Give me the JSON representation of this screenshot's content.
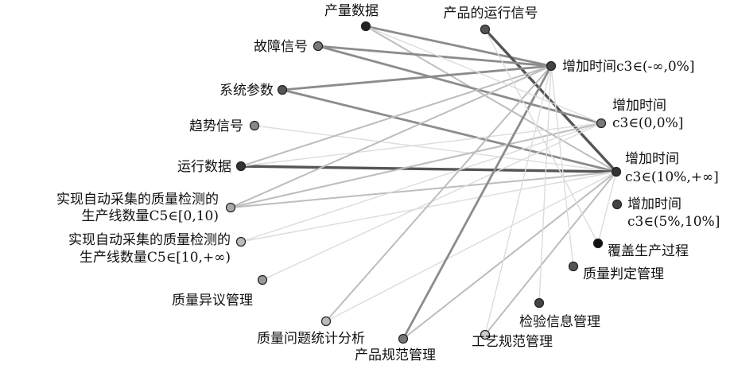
{
  "diagram": {
    "nodes": [
      {
        "id": "n1",
        "lines": [
          "产量数据"
        ],
        "shade": "#222222"
      },
      {
        "id": "n2",
        "lines": [
          "产品的运行信号"
        ],
        "shade": "#555555"
      },
      {
        "id": "n3",
        "lines": [
          "故障信号"
        ],
        "shade": "#777777"
      },
      {
        "id": "n4",
        "lines": [
          "系统参数"
        ],
        "shade": "#555555"
      },
      {
        "id": "n5",
        "lines": [
          "趋势信号"
        ],
        "shade": "#888888"
      },
      {
        "id": "n6",
        "lines": [
          "运行数据"
        ],
        "shade": "#333333"
      },
      {
        "id": "n7",
        "lines": [
          "实现自动采集的质量检测的",
          "生产线数量C5∈[0,10)"
        ],
        "shade": "#aaaaaa"
      },
      {
        "id": "n8",
        "lines": [
          "实现自动采集的质量检测的",
          "生产线数量C5∈[10,+∞)"
        ],
        "shade": "#bbbbbb"
      },
      {
        "id": "n9",
        "lines": [
          "质量异议管理"
        ],
        "shade": "#999999"
      },
      {
        "id": "n10",
        "lines": [
          "质量问题统计分析"
        ],
        "shade": "#bbbbbb"
      },
      {
        "id": "n11",
        "lines": [
          "产品规范管理"
        ],
        "shade": "#777777"
      },
      {
        "id": "n12",
        "lines": [
          "工艺规范管理"
        ],
        "shade": "#cccccc"
      },
      {
        "id": "n13",
        "lines": [
          "检验信息管理"
        ],
        "shade": "#444444"
      },
      {
        "id": "n14",
        "lines": [
          "质量判定管理"
        ],
        "shade": "#555555"
      },
      {
        "id": "n15",
        "lines": [
          "覆盖生产过程"
        ],
        "shade": "#111111"
      },
      {
        "id": "n16",
        "lines": [
          "增加时间",
          "c3∈(5%,10%]"
        ],
        "shade": "#444444"
      },
      {
        "id": "n17",
        "lines": [
          "增加时间",
          "c3∈(10%,+∞]"
        ],
        "shade": "#333333"
      },
      {
        "id": "n18",
        "lines": [
          "增加时间",
          "c3∈(0,0%]"
        ],
        "shade": "#777777"
      },
      {
        "id": "n19",
        "lines": [
          "增加时间c3∈(-∞,0%]"
        ],
        "shade": "#444444"
      }
    ],
    "edges": [
      {
        "from": "n1",
        "to": "n17",
        "weight": 1
      },
      {
        "from": "n1",
        "to": "n19",
        "weight": 2
      },
      {
        "from": "n2",
        "to": "n17",
        "weight": 3
      },
      {
        "from": "n3",
        "to": "n18",
        "weight": 2
      },
      {
        "from": "n3",
        "to": "n19",
        "weight": 2
      },
      {
        "from": "n4",
        "to": "n19",
        "weight": 2
      },
      {
        "from": "n4",
        "to": "n17",
        "weight": 2
      },
      {
        "from": "n5",
        "to": "n17",
        "weight": 0
      },
      {
        "from": "n6",
        "to": "n17",
        "weight": 3
      },
      {
        "from": "n6",
        "to": "n19",
        "weight": 1
      },
      {
        "from": "n6",
        "to": "n18",
        "weight": 0
      },
      {
        "from": "n7",
        "to": "n19",
        "weight": 1
      },
      {
        "from": "n7",
        "to": "n18",
        "weight": 1
      },
      {
        "from": "n7",
        "to": "n17",
        "weight": 1
      },
      {
        "from": "n8",
        "to": "n18",
        "weight": 0
      },
      {
        "from": "n8",
        "to": "n17",
        "weight": 0
      },
      {
        "from": "n9",
        "to": "n18",
        "weight": 0
      },
      {
        "from": "n10",
        "to": "n17",
        "weight": 0
      },
      {
        "from": "n10",
        "to": "n19",
        "weight": 1
      },
      {
        "from": "n11",
        "to": "n19",
        "weight": 2
      },
      {
        "from": "n11",
        "to": "n17",
        "weight": 1
      },
      {
        "from": "n12",
        "to": "n17",
        "weight": 1
      },
      {
        "from": "n12",
        "to": "n19",
        "weight": 0
      },
      {
        "from": "n13",
        "to": "n19",
        "weight": 0
      },
      {
        "from": "n14",
        "to": "n19",
        "weight": 0
      },
      {
        "from": "n15",
        "to": "n17",
        "weight": 0
      },
      {
        "from": "n1",
        "to": "n18",
        "weight": 0
      },
      {
        "from": "n2",
        "to": "n15",
        "weight": 0
      }
    ]
  }
}
